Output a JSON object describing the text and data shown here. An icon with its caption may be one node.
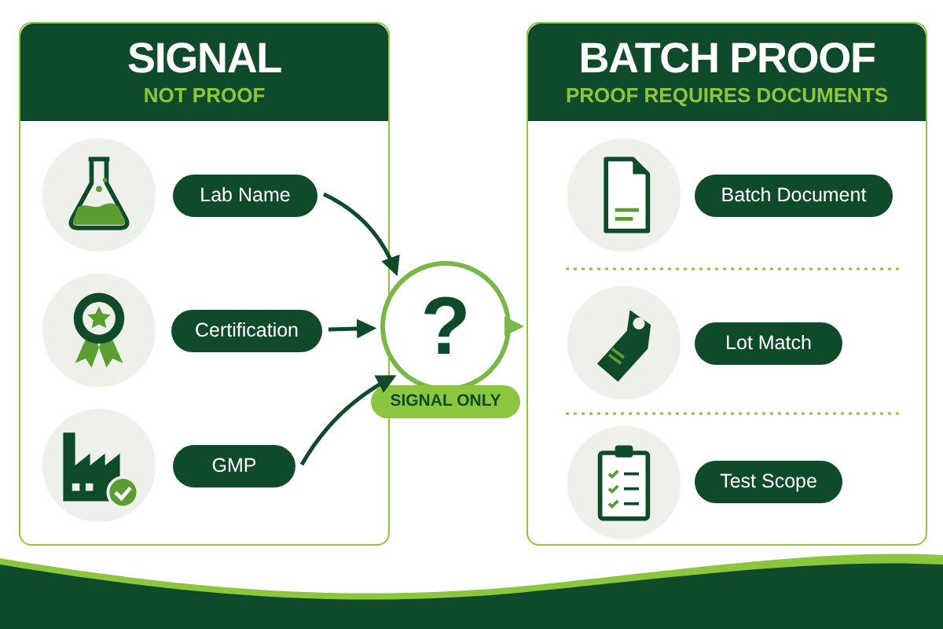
{
  "diagram": {
    "nodes": [
      {
        "text": [
          "SIGNAL",
          "NOT PROOF"
        ]
      },
      {
        "text": [
          "Lab Name"
        ],
        "in": 0
      },
      {
        "text": [
          "Certification"
        ],
        "in": 0
      },
      {
        "text": [
          "GMP"
        ],
        "in": 0
      },
      {
        "text": [
          "?"
        ],
        "beside": [
          "SIGNAL ONLY"
        ]
      },
      {
        "text": [
          "BATCH PROOF",
          "PROOF REQUIRES DOCUMENTS"
        ]
      },
      {
        "text": [
          "Batch Document"
        ],
        "in": 5
      },
      {
        "text": [
          "Lot Match"
        ],
        "in": 5
      },
      {
        "text": [
          "Test Scope"
        ],
        "in": 5
      }
    ],
    "edges": [
      {
        "from": 1,
        "to": 4,
        "arrow": "to"
      },
      {
        "from": 2,
        "to": 4,
        "arrow": "to"
      },
      {
        "from": 3,
        "to": 4,
        "arrow": "to"
      },
      {
        "from": 4,
        "to": 5,
        "arrow": "to",
        "color": "#7ab648"
      }
    ]
  }
}
